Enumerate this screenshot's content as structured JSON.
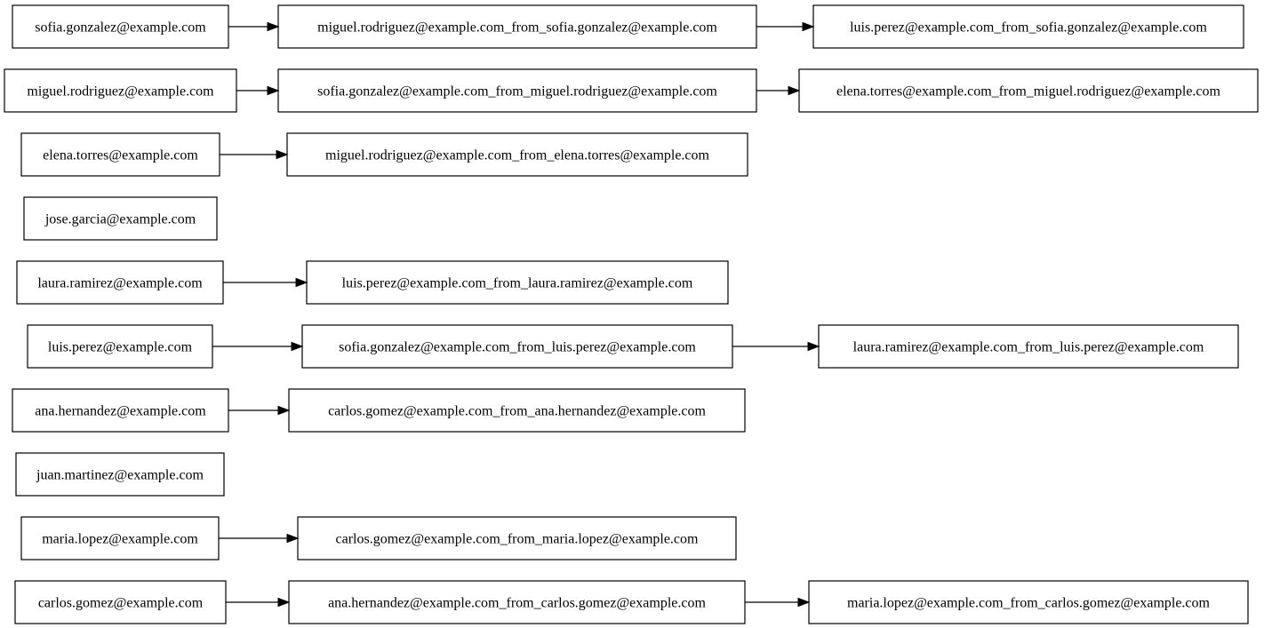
{
  "graph": {
    "rows": [
      {
        "nodes": [
          "sofia.gonzalez@example.com",
          "miguel.rodriguez@example.com_from_sofia.gonzalez@example.com",
          "luis.perez@example.com_from_sofia.gonzalez@example.com"
        ]
      },
      {
        "nodes": [
          "miguel.rodriguez@example.com",
          "sofia.gonzalez@example.com_from_miguel.rodriguez@example.com",
          "elena.torres@example.com_from_miguel.rodriguez@example.com"
        ]
      },
      {
        "nodes": [
          "elena.torres@example.com",
          "miguel.rodriguez@example.com_from_elena.torres@example.com"
        ]
      },
      {
        "nodes": [
          "jose.garcia@example.com"
        ]
      },
      {
        "nodes": [
          "laura.ramirez@example.com",
          "luis.perez@example.com_from_laura.ramirez@example.com"
        ]
      },
      {
        "nodes": [
          "luis.perez@example.com",
          "sofia.gonzalez@example.com_from_luis.perez@example.com",
          "laura.ramirez@example.com_from_luis.perez@example.com"
        ]
      },
      {
        "nodes": [
          "ana.hernandez@example.com",
          "carlos.gomez@example.com_from_ana.hernandez@example.com"
        ]
      },
      {
        "nodes": [
          "juan.martinez@example.com"
        ]
      },
      {
        "nodes": [
          "maria.lopez@example.com",
          "carlos.gomez@example.com_from_maria.lopez@example.com"
        ]
      },
      {
        "nodes": [
          "carlos.gomez@example.com",
          "ana.hernandez@example.com_from_carlos.gomez@example.com",
          "maria.lopez@example.com_from_carlos.gomez@example.com"
        ]
      }
    ]
  }
}
